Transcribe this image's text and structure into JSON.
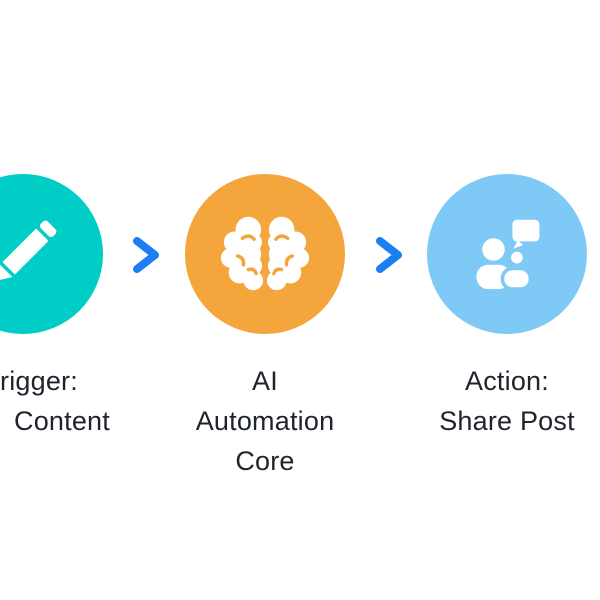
{
  "canvas": {
    "background": "#ffffff",
    "text_color": "#1f232b"
  },
  "diagram": {
    "type": "workflow",
    "connector": {
      "icon": "chevron-right-icon",
      "color": "#1b7ef2"
    },
    "nodes": [
      {
        "id": "trigger",
        "icon": "pencil-icon",
        "color": "#00cdc5",
        "label_lines": [
          "rigger:",
          "Content"
        ]
      },
      {
        "id": "ai-automation-core",
        "icon": "brain-icon",
        "color": "#f4a63d",
        "label_lines": [
          "AI",
          "Automation",
          "Core"
        ]
      },
      {
        "id": "action-share-post",
        "icon": "people-chat-icon",
        "color": "#7ec9f6",
        "label_lines": [
          "Action:",
          "Share Post"
        ]
      }
    ]
  }
}
